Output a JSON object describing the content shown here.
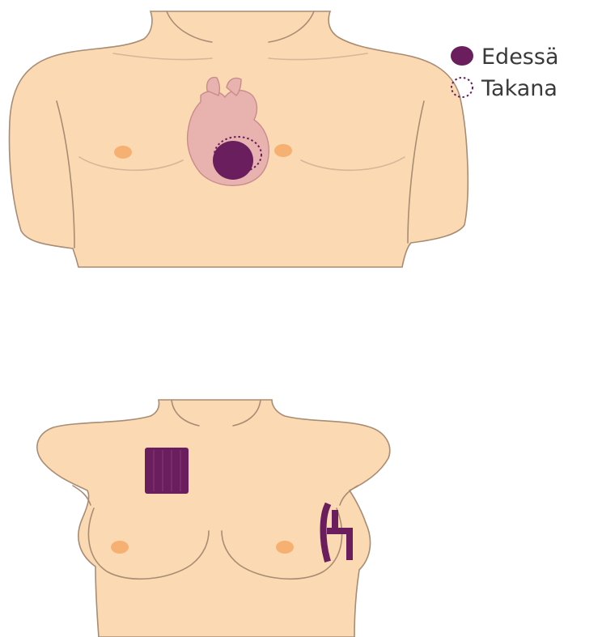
{
  "legend": {
    "items": [
      {
        "label": "Edessä",
        "style": "filled"
      },
      {
        "label": "Takana",
        "style": "dotted"
      }
    ]
  },
  "colors": {
    "skin": "#fbd9b3",
    "skin_outline": "#a88c74",
    "nipple": "#f4a25c",
    "heart": "#e8b2ae",
    "heart_outline": "#c98c8e",
    "pad": "#6b1e5e",
    "background": "#ffffff"
  },
  "figures": [
    {
      "id": "male-front",
      "pads": [
        "front-round-pad",
        "back-dotted-pad"
      ]
    },
    {
      "id": "female-front",
      "pads": [
        "front-rect-pad",
        "side-pad"
      ]
    }
  ]
}
